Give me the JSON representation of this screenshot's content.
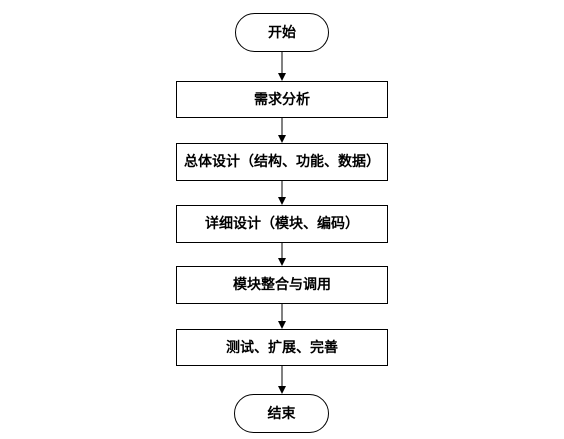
{
  "flowchart": {
    "start": "开始",
    "steps": [
      "需求分析",
      "总体设计（结构、功能、数据）",
      "详细设计（模块、编码）",
      "模块整合与调用",
      "测试、扩展、完善"
    ],
    "end": "结束"
  },
  "colors": {
    "line": "#000000",
    "box_fill": "#ffffff",
    "text": "#000000"
  }
}
